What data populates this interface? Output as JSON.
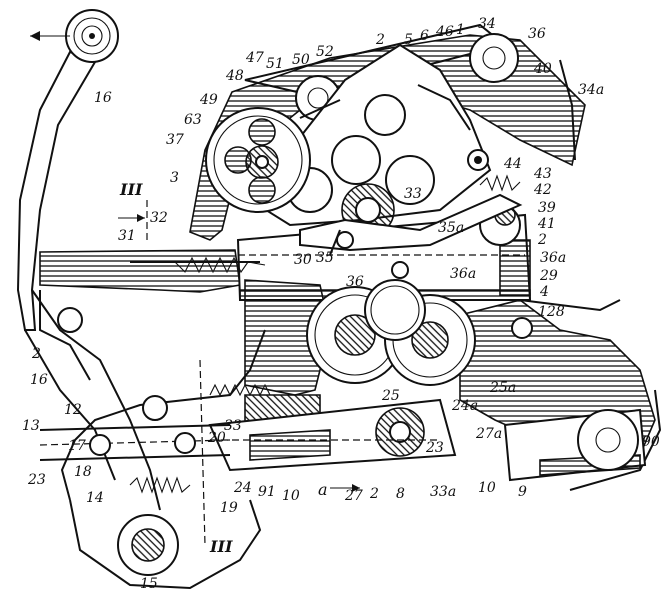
{
  "figure": {
    "section_marks": [
      "III",
      "III"
    ],
    "motion_label": "a",
    "labels": [
      "16",
      "2",
      "5",
      "6",
      "46",
      "1",
      "34",
      "36",
      "40",
      "34a",
      "48",
      "47",
      "51",
      "50",
      "52",
      "49",
      "63",
      "37",
      "44",
      "43",
      "42",
      "3",
      "33",
      "39",
      "41",
      "2",
      "36a",
      "32",
      "31",
      "30",
      "35",
      "35a",
      "36",
      "36a",
      "29",
      "4",
      "128",
      "2",
      "16",
      "12",
      "13",
      "17",
      "18",
      "14",
      "20",
      "23",
      "19",
      "15",
      "33",
      "24",
      "91",
      "10",
      "27",
      "2",
      "8",
      "33a",
      "10",
      "9",
      "90",
      "25",
      "24a",
      "25a",
      "23",
      "27a"
    ]
  }
}
